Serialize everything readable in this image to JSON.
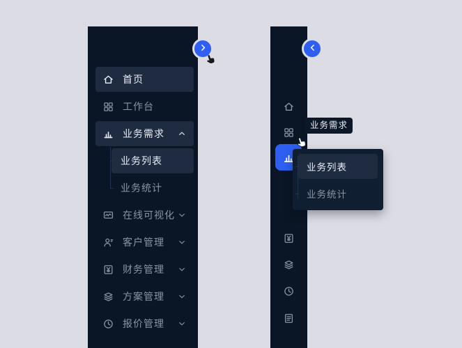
{
  "colors": {
    "page_bg": "#dbdce4",
    "sidebar_bg": "#0a1625",
    "row_highlight": "#1e2b41",
    "accent_blue": "#2e5ff2",
    "popup_bg": "#101e31",
    "tooltip_bg": "#0c1727",
    "muted_text": "#8b93a5",
    "active_text": "#e9eef6"
  },
  "expanded_sidebar": {
    "toggle": {
      "direction": "right",
      "icon": "chevron-right-icon"
    },
    "items": {
      "home": {
        "label": "首页",
        "icon": "home-icon",
        "active": true
      },
      "workbench": {
        "label": "工作台",
        "icon": "apps-grid-icon"
      },
      "business_requirements": {
        "label": "业务需求",
        "icon": "bar-chart-icon",
        "active": true,
        "expanded": true,
        "chevron": "up"
      },
      "business_list": {
        "label": "业务列表",
        "active": true,
        "submenu_of": "business_requirements"
      },
      "business_stats": {
        "label": "业务统计",
        "submenu_of": "business_requirements"
      },
      "online_visualization": {
        "label": "在线可视化",
        "icon": "monitor-wave-icon",
        "chevron": "down"
      },
      "customer_mgmt": {
        "label": "客户管理",
        "icon": "user-icon",
        "chevron": "down"
      },
      "finance_mgmt": {
        "label": "财务管理",
        "icon": "yuan-document-icon",
        "chevron": "down"
      },
      "plan_mgmt": {
        "label": "方案管理",
        "icon": "layers-icon",
        "chevron": "down"
      },
      "quote_mgmt": {
        "label": "报价管理",
        "icon": "clock-icon",
        "chevron": "down"
      }
    }
  },
  "collapsed_sidebar": {
    "toggle": {
      "direction": "left",
      "icon": "chevron-left-icon"
    },
    "rail_icons": [
      "home-icon",
      "apps-grid-icon",
      "bar-chart-icon",
      "yuan-document-icon",
      "layers-icon",
      "clock-icon",
      "file-list-icon"
    ],
    "active_icon": "bar-chart-icon",
    "tooltip": "业务需求",
    "popup": {
      "business_list": {
        "label": "业务列表",
        "active": true
      },
      "business_stats": {
        "label": "业务统计"
      }
    }
  }
}
